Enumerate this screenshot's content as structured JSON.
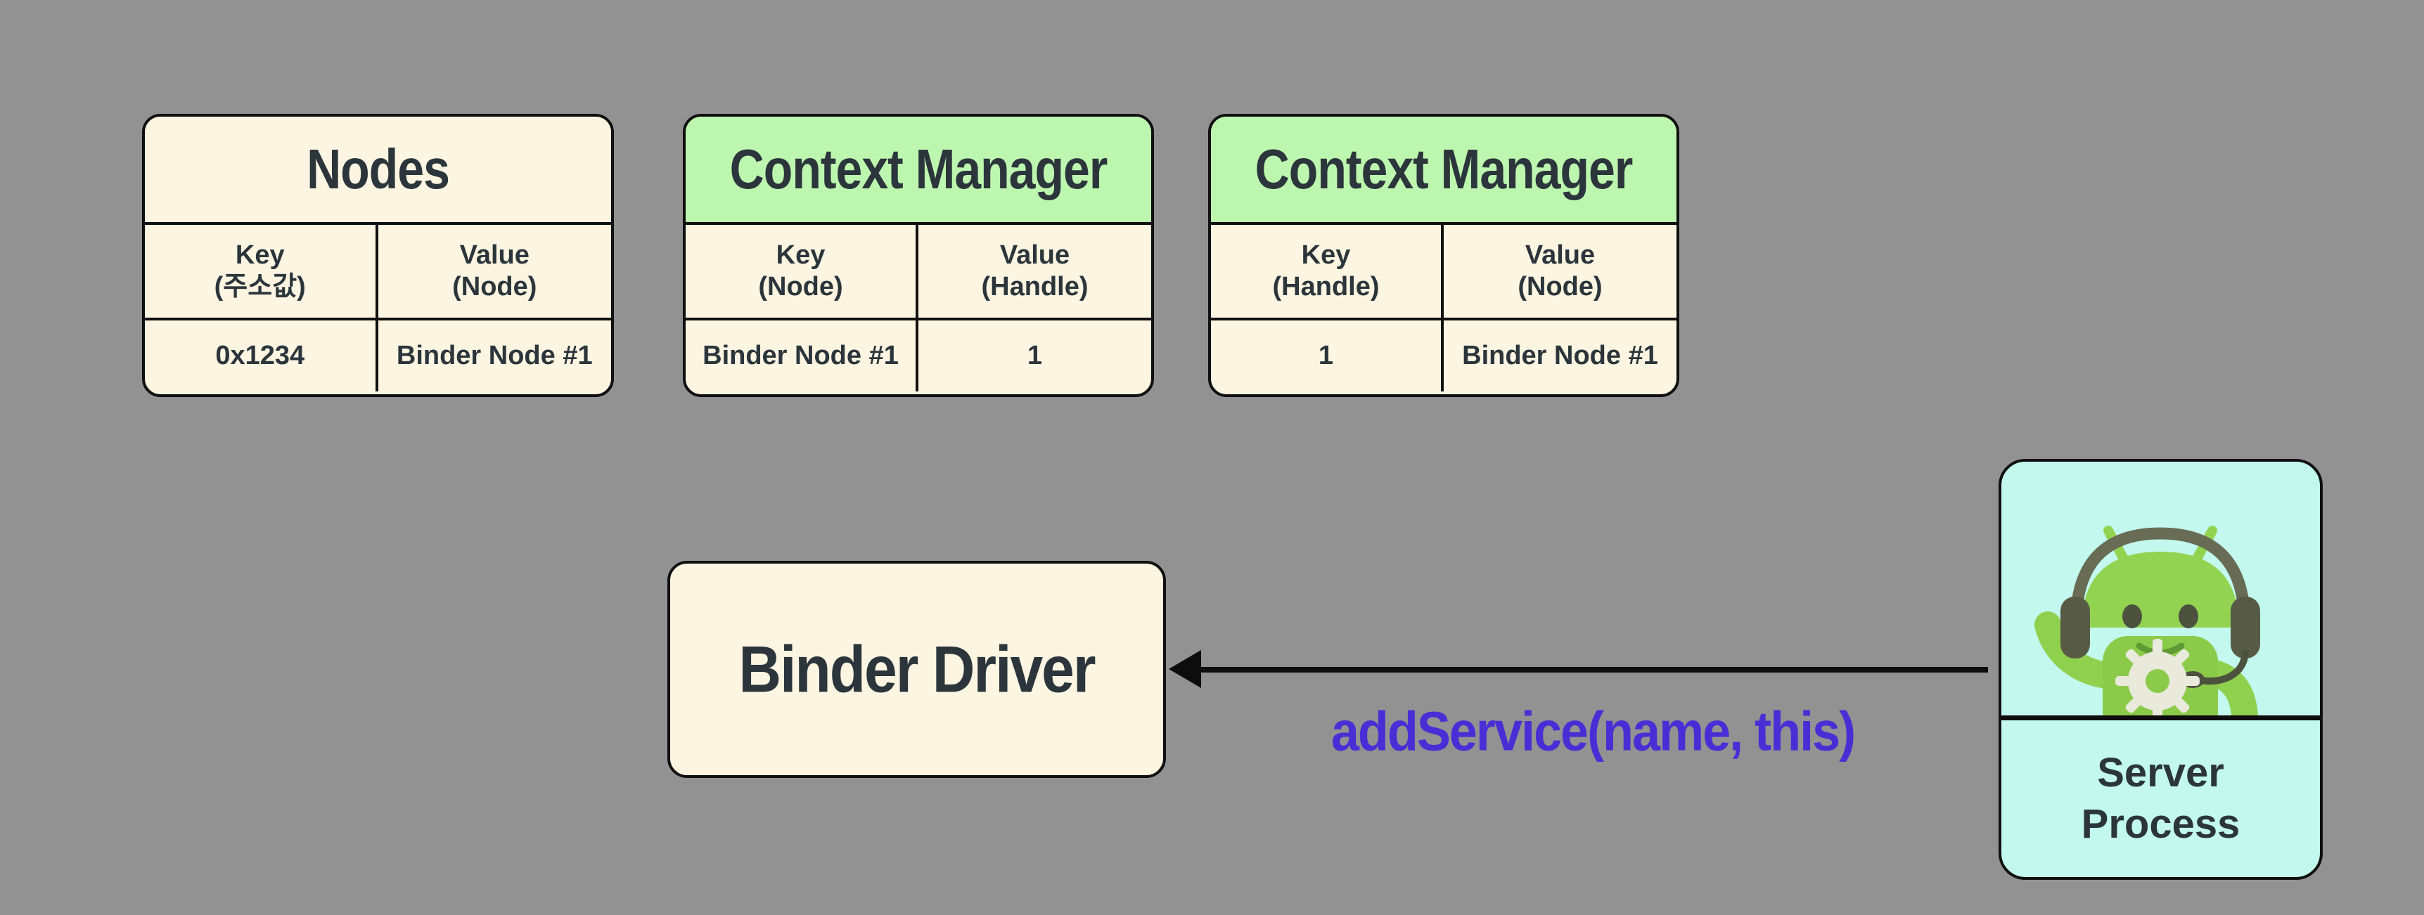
{
  "canvas": {
    "background": "#929292"
  },
  "colors": {
    "cream": "#FCF5E1",
    "green_header": "#BDF6AE",
    "cyan_box": "#C2F8ED",
    "ink": "#2B353B",
    "border": "#101010",
    "arrow": "#0d0d0d",
    "purple": "#4A2ED5"
  },
  "tables": [
    {
      "title": "Nodes",
      "header_bg": "#FCF5E1",
      "col1": "Key\n(주소값)",
      "col2": "Value\n(Node)",
      "cell1": "0x1234",
      "cell2": "Binder Node #1"
    },
    {
      "title": "Context Manager",
      "header_bg": "#BDF6AE",
      "col1": "Key\n(Node)",
      "col2": "Value\n(Handle)",
      "cell1": "Binder Node #1",
      "cell2": "1"
    },
    {
      "title": "Context Manager",
      "header_bg": "#BDF6AE",
      "col1": "Key\n(Handle)",
      "col2": "Value\n(Node)",
      "cell1": "1",
      "cell2": "Binder Node #1"
    }
  ],
  "binder_driver": {
    "label": "Binder Driver"
  },
  "arrow_label": {
    "text": "addService(name, this)",
    "color": "#4A2ED5"
  },
  "server_process": {
    "line1": "Server",
    "line2": "Process",
    "icon": "android-mascot-headset-icon"
  }
}
